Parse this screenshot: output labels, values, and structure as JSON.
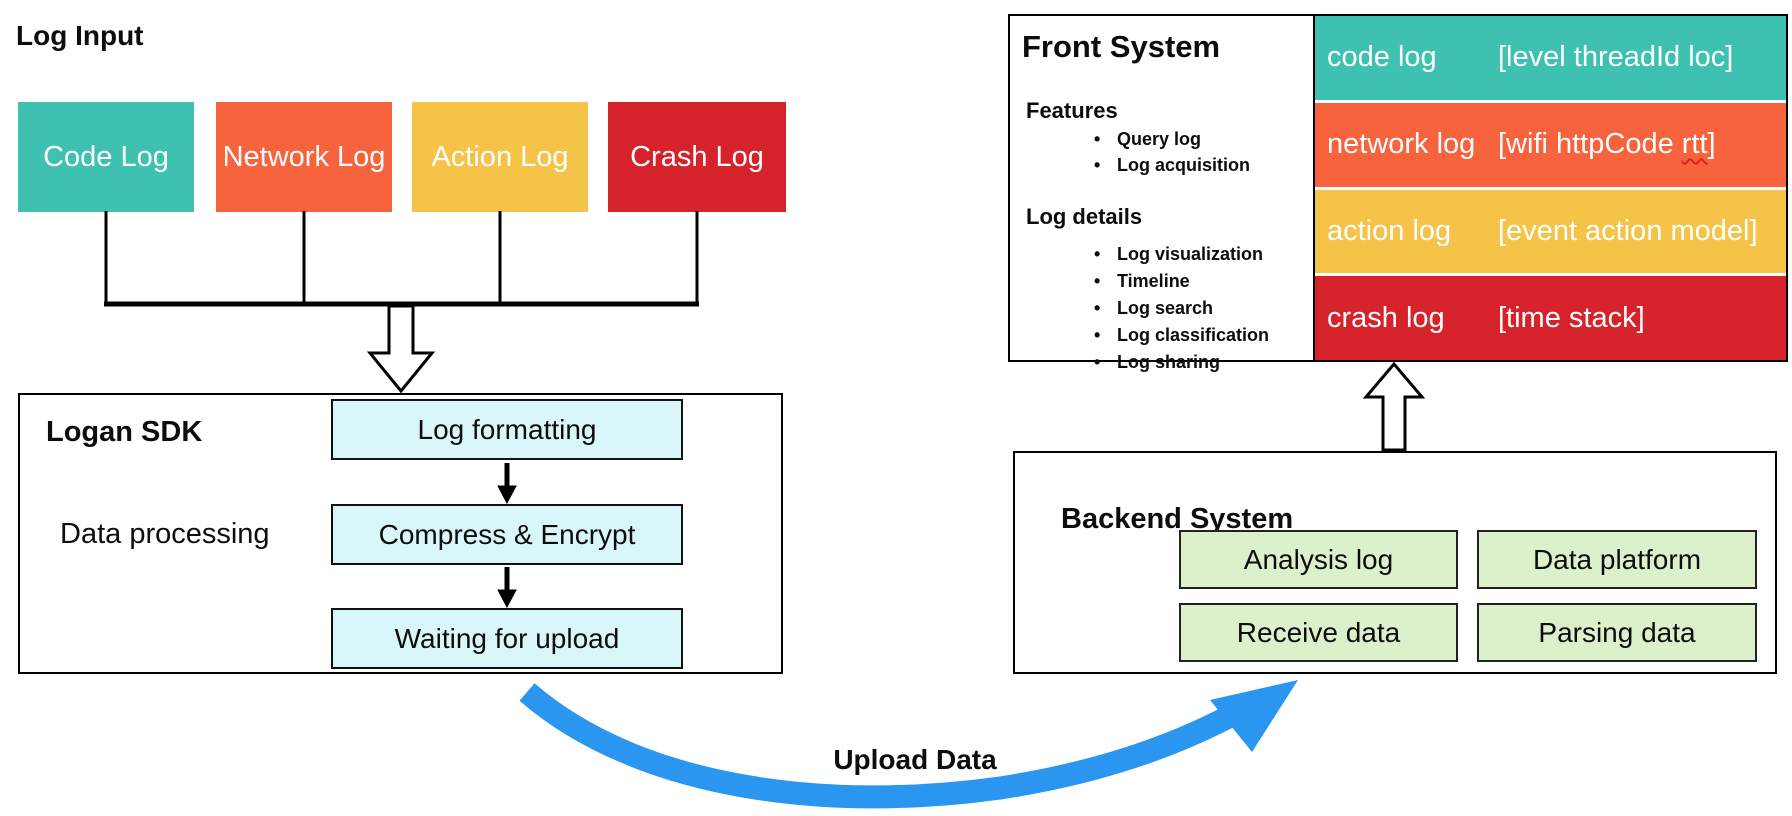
{
  "log_input": {
    "title": "Log Input",
    "boxes": [
      {
        "label": "Code Log",
        "color": "#3FC1B1"
      },
      {
        "label": "Network Log",
        "color": "#F6633C"
      },
      {
        "label": "Action Log",
        "color": "#F4C347"
      },
      {
        "label": "Crash Log",
        "color": "#D5222B"
      }
    ]
  },
  "logan_sdk": {
    "title": "Logan SDK",
    "subtitle": "Data processing",
    "steps": [
      "Log formatting",
      "Compress & Encrypt",
      "Waiting for upload"
    ],
    "step_bg": "#D9F6F8"
  },
  "upload_arrow": {
    "label": "Upload Data",
    "color": "#2B96EF"
  },
  "front_system": {
    "title": "Front System",
    "features": {
      "heading": "Features",
      "items": [
        "Query log",
        "Log acquisition"
      ]
    },
    "log_details": {
      "heading": "Log details",
      "items": [
        "Log visualization",
        "Timeline",
        "Log search",
        "Log classification",
        "Log sharing"
      ]
    },
    "bars": [
      {
        "label": "code log",
        "detail": "[level threadId loc]",
        "color": "#3FC1B1"
      },
      {
        "label": "network log",
        "detail_prefix": "[wifi httpCode ",
        "detail_misspelled": "rtt",
        "detail_suffix": "]",
        "color": "#F6633C"
      },
      {
        "label": "action log",
        "detail": "[event action model]",
        "color": "#F4C347"
      },
      {
        "label": "crash log",
        "detail": "[time stack]",
        "color": "#D5222B"
      }
    ]
  },
  "backend_system": {
    "title": "Backend System",
    "modules": [
      "Analysis log",
      "Data platform",
      "Receive data",
      "Parsing data"
    ],
    "module_bg": "#DCF0CC"
  }
}
